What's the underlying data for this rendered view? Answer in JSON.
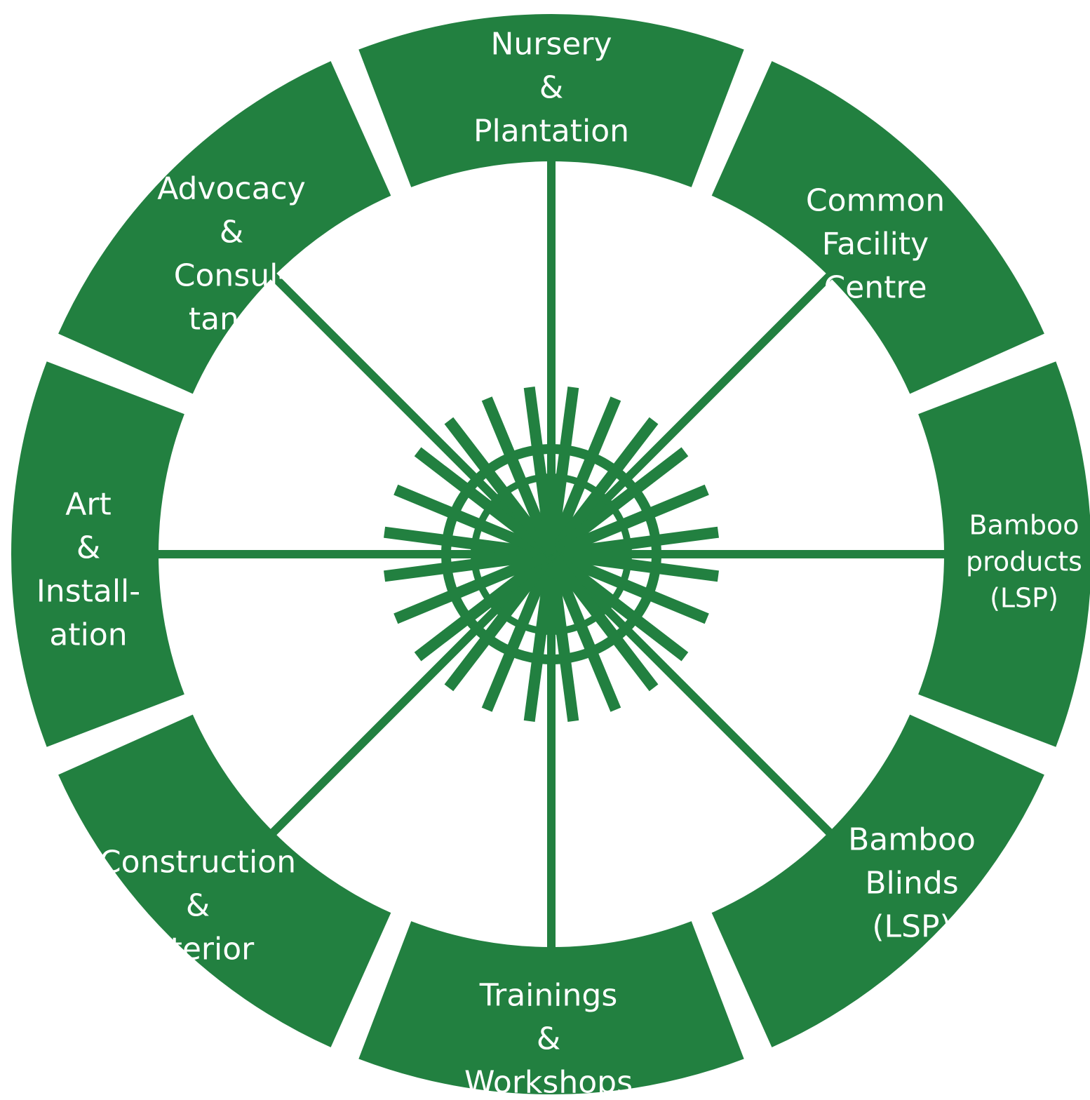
{
  "colors": {
    "green": "#228040",
    "background": "#ffffff",
    "label": "#ffffff"
  },
  "segments": [
    {
      "id": "nursery",
      "lines": [
        "Nursery",
        "&",
        "Plantation"
      ]
    },
    {
      "id": "common-facility",
      "lines": [
        "Common",
        "Facility",
        "Centre"
      ]
    },
    {
      "id": "bamboo-products",
      "lines": [
        "Bamboo",
        "products",
        "(LSP)"
      ]
    },
    {
      "id": "bamboo-blinds",
      "lines": [
        "Bamboo",
        "Blinds",
        "(LSP)"
      ]
    },
    {
      "id": "trainings",
      "lines": [
        "Trainings",
        "&",
        "Workshops"
      ]
    },
    {
      "id": "construction",
      "lines": [
        "Construction",
        "&",
        "Interior"
      ]
    },
    {
      "id": "art",
      "lines": [
        "Art",
        "&",
        "Install-",
        "ation"
      ]
    },
    {
      "id": "advocacy",
      "lines": [
        "Advocacy",
        "&",
        "Consul-",
        "tancy"
      ]
    }
  ]
}
